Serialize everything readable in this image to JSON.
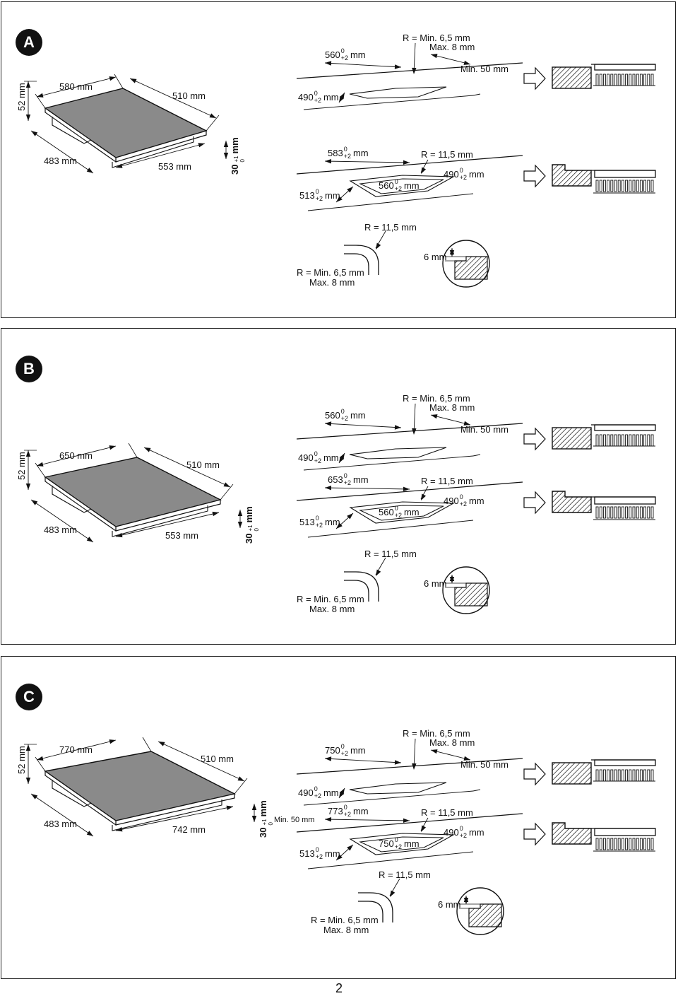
{
  "page_number": "2",
  "panels": [
    {
      "letter": "A",
      "hob": {
        "width": "580 mm",
        "depth": "510 mm",
        "height": "52 mm",
        "cut_w": "553 mm",
        "cut_d": "483 mm",
        "thick": "30",
        "thick_tol_top": "+1",
        "thick_tol_bot": "0",
        "thick_unit": "mm"
      },
      "flush": {
        "w_val": "560",
        "d_val": "490",
        "tol_top": "0",
        "tol_bot": "+2",
        "unit": "mm",
        "r_line1": "R = Min. 6,5 mm",
        "r_line2": "Max. 8 mm",
        "min_gap": "Min. 50 mm"
      },
      "rebate": {
        "outer_w": "583",
        "outer_d": "513",
        "inner_w": "560",
        "inner_d": "490",
        "tol_top": "0",
        "tol_bot": "+2",
        "unit": "mm",
        "r": "R = 11,5 mm",
        "min_gap": ""
      },
      "detail": {
        "r_outer": "R = 11,5 mm",
        "r_inner1": "R = Min. 6,5 mm",
        "r_inner2": "Max. 8 mm",
        "depth": "6 mm"
      }
    },
    {
      "letter": "B",
      "hob": {
        "width": "650 mm",
        "depth": "510 mm",
        "height": "52 mm",
        "cut_w": "553 mm",
        "cut_d": "483 mm",
        "thick": "30",
        "thick_tol_top": "+1",
        "thick_tol_bot": "0",
        "thick_unit": "mm"
      },
      "flush": {
        "w_val": "560",
        "d_val": "490",
        "tol_top": "0",
        "tol_bot": "+2",
        "unit": "mm",
        "r_line1": "R = Min. 6,5 mm",
        "r_line2": "Max. 8 mm",
        "min_gap": "Min. 50 mm"
      },
      "rebate": {
        "outer_w": "653",
        "outer_d": "513",
        "inner_w": "560",
        "inner_d": "490",
        "tol_top": "0",
        "tol_bot": "+2",
        "unit": "mm",
        "r": "R = 11,5 mm",
        "min_gap": ""
      },
      "detail": {
        "r_outer": "R = 11,5 mm",
        "r_inner1": "R = Min. 6,5 mm",
        "r_inner2": "Max. 8 mm",
        "depth": "6 mm"
      }
    },
    {
      "letter": "C",
      "hob": {
        "width": "770 mm",
        "depth": "510 mm",
        "height": "52 mm",
        "cut_w": "742 mm",
        "cut_d": "483 mm",
        "thick": "30",
        "thick_tol_top": "+1",
        "thick_tol_bot": "0",
        "thick_unit": "mm"
      },
      "flush": {
        "w_val": "750",
        "d_val": "490",
        "tol_top": "0",
        "tol_bot": "+2",
        "unit": "mm",
        "r_line1": "R = Min. 6,5 mm",
        "r_line2": "Max. 8 mm",
        "min_gap": "Min. 50 mm"
      },
      "rebate": {
        "outer_w": "773",
        "outer_d": "513",
        "inner_w": "750",
        "inner_d": "490",
        "tol_top": "0",
        "tol_bot": "+2",
        "unit": "mm",
        "r": "R = 11,5 mm",
        "min_gap": "Min. 50 mm"
      },
      "detail": {
        "r_outer": "R = 11,5 mm",
        "r_inner1": "R = Min. 6,5 mm",
        "r_inner2": "Max. 8 mm",
        "depth": "6 mm"
      }
    }
  ]
}
